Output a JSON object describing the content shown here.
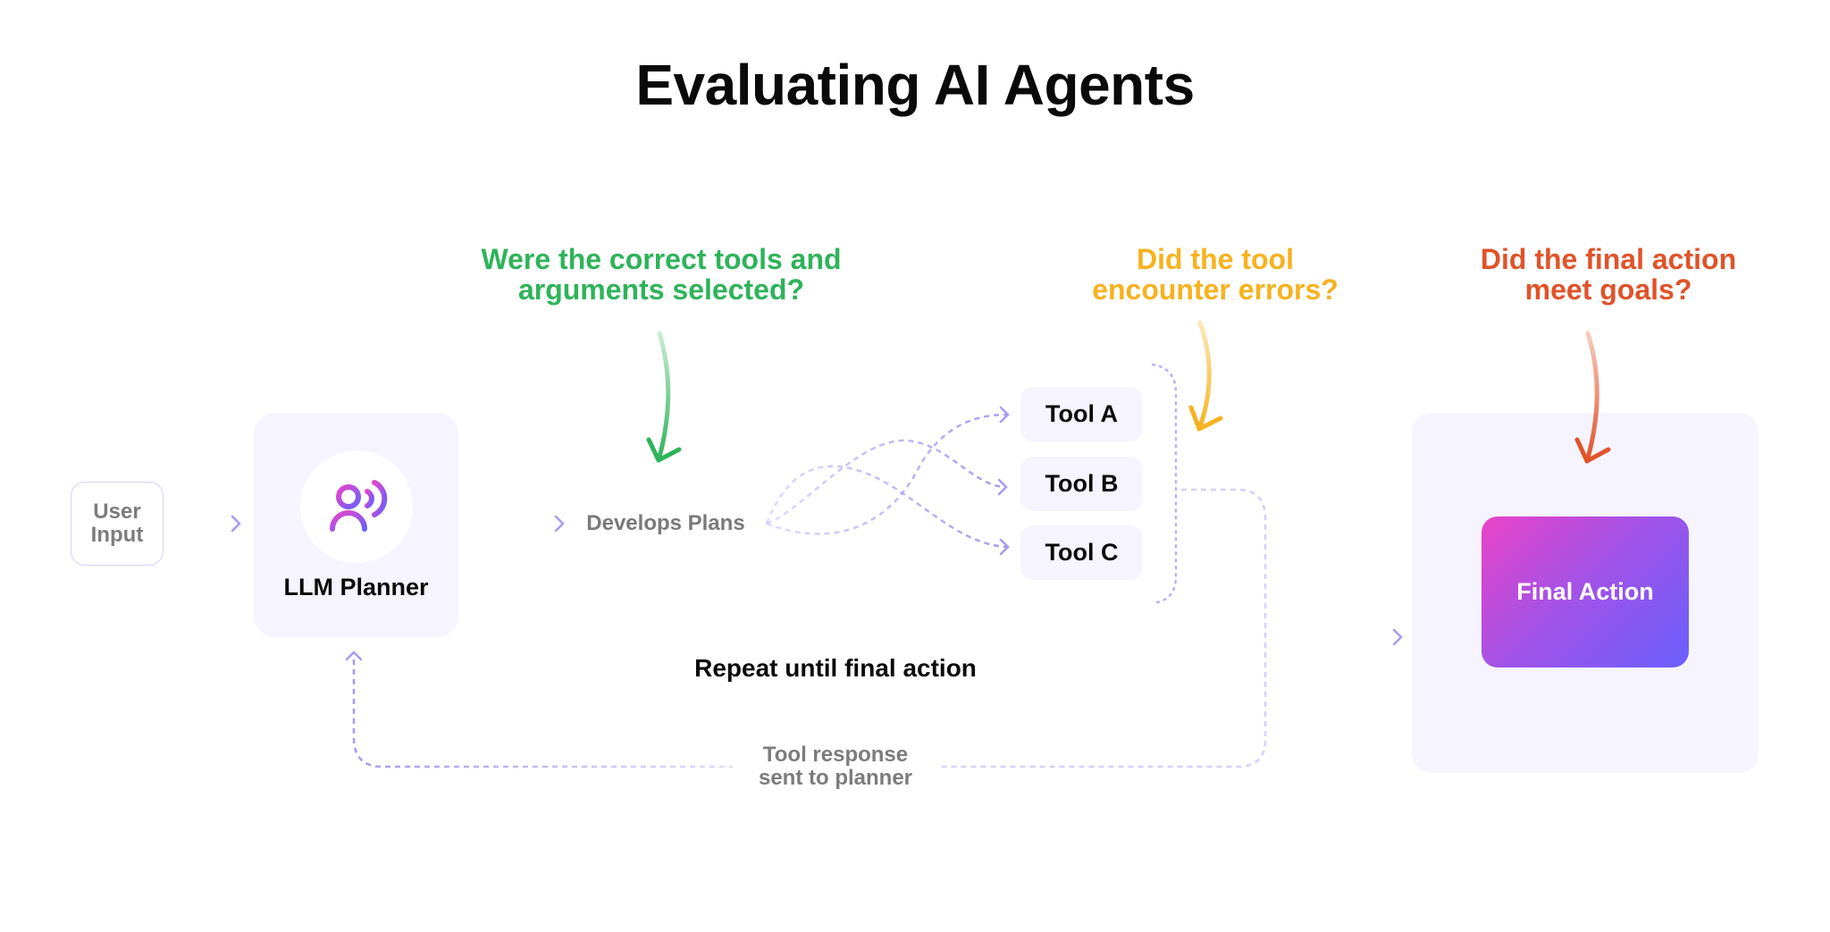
{
  "title": "Evaluating AI Agents",
  "questions": {
    "tool_selection": {
      "line1": "Were the correct tools and",
      "line2": "arguments selected?",
      "color": "#2fb35a"
    },
    "tool_errors": {
      "line1": "Did the tool",
      "line2": "encounter errors?",
      "color": "#f6b21f"
    },
    "final_goals": {
      "line1": "Did the final action",
      "line2": "meet goals?",
      "color": "#e0532a"
    }
  },
  "nodes": {
    "user_input": {
      "line1": "User",
      "line2": "Input"
    },
    "planner": {
      "label": "LLM Planner",
      "icon": "user-voice-icon"
    },
    "develops_plans": "Develops Plans",
    "tools": [
      {
        "label": "Tool A"
      },
      {
        "label": "Tool B"
      },
      {
        "label": "Tool C"
      }
    ],
    "final_action": {
      "label": "Final Action"
    }
  },
  "loop": {
    "label": "Repeat until final action",
    "response_line1": "Tool response",
    "response_line2": "sent to planner"
  },
  "colors": {
    "connector": "#a89af0",
    "panel": "#f6f4fe",
    "final_gradient": [
      "#ea43c8",
      "#6a5ffe"
    ]
  }
}
